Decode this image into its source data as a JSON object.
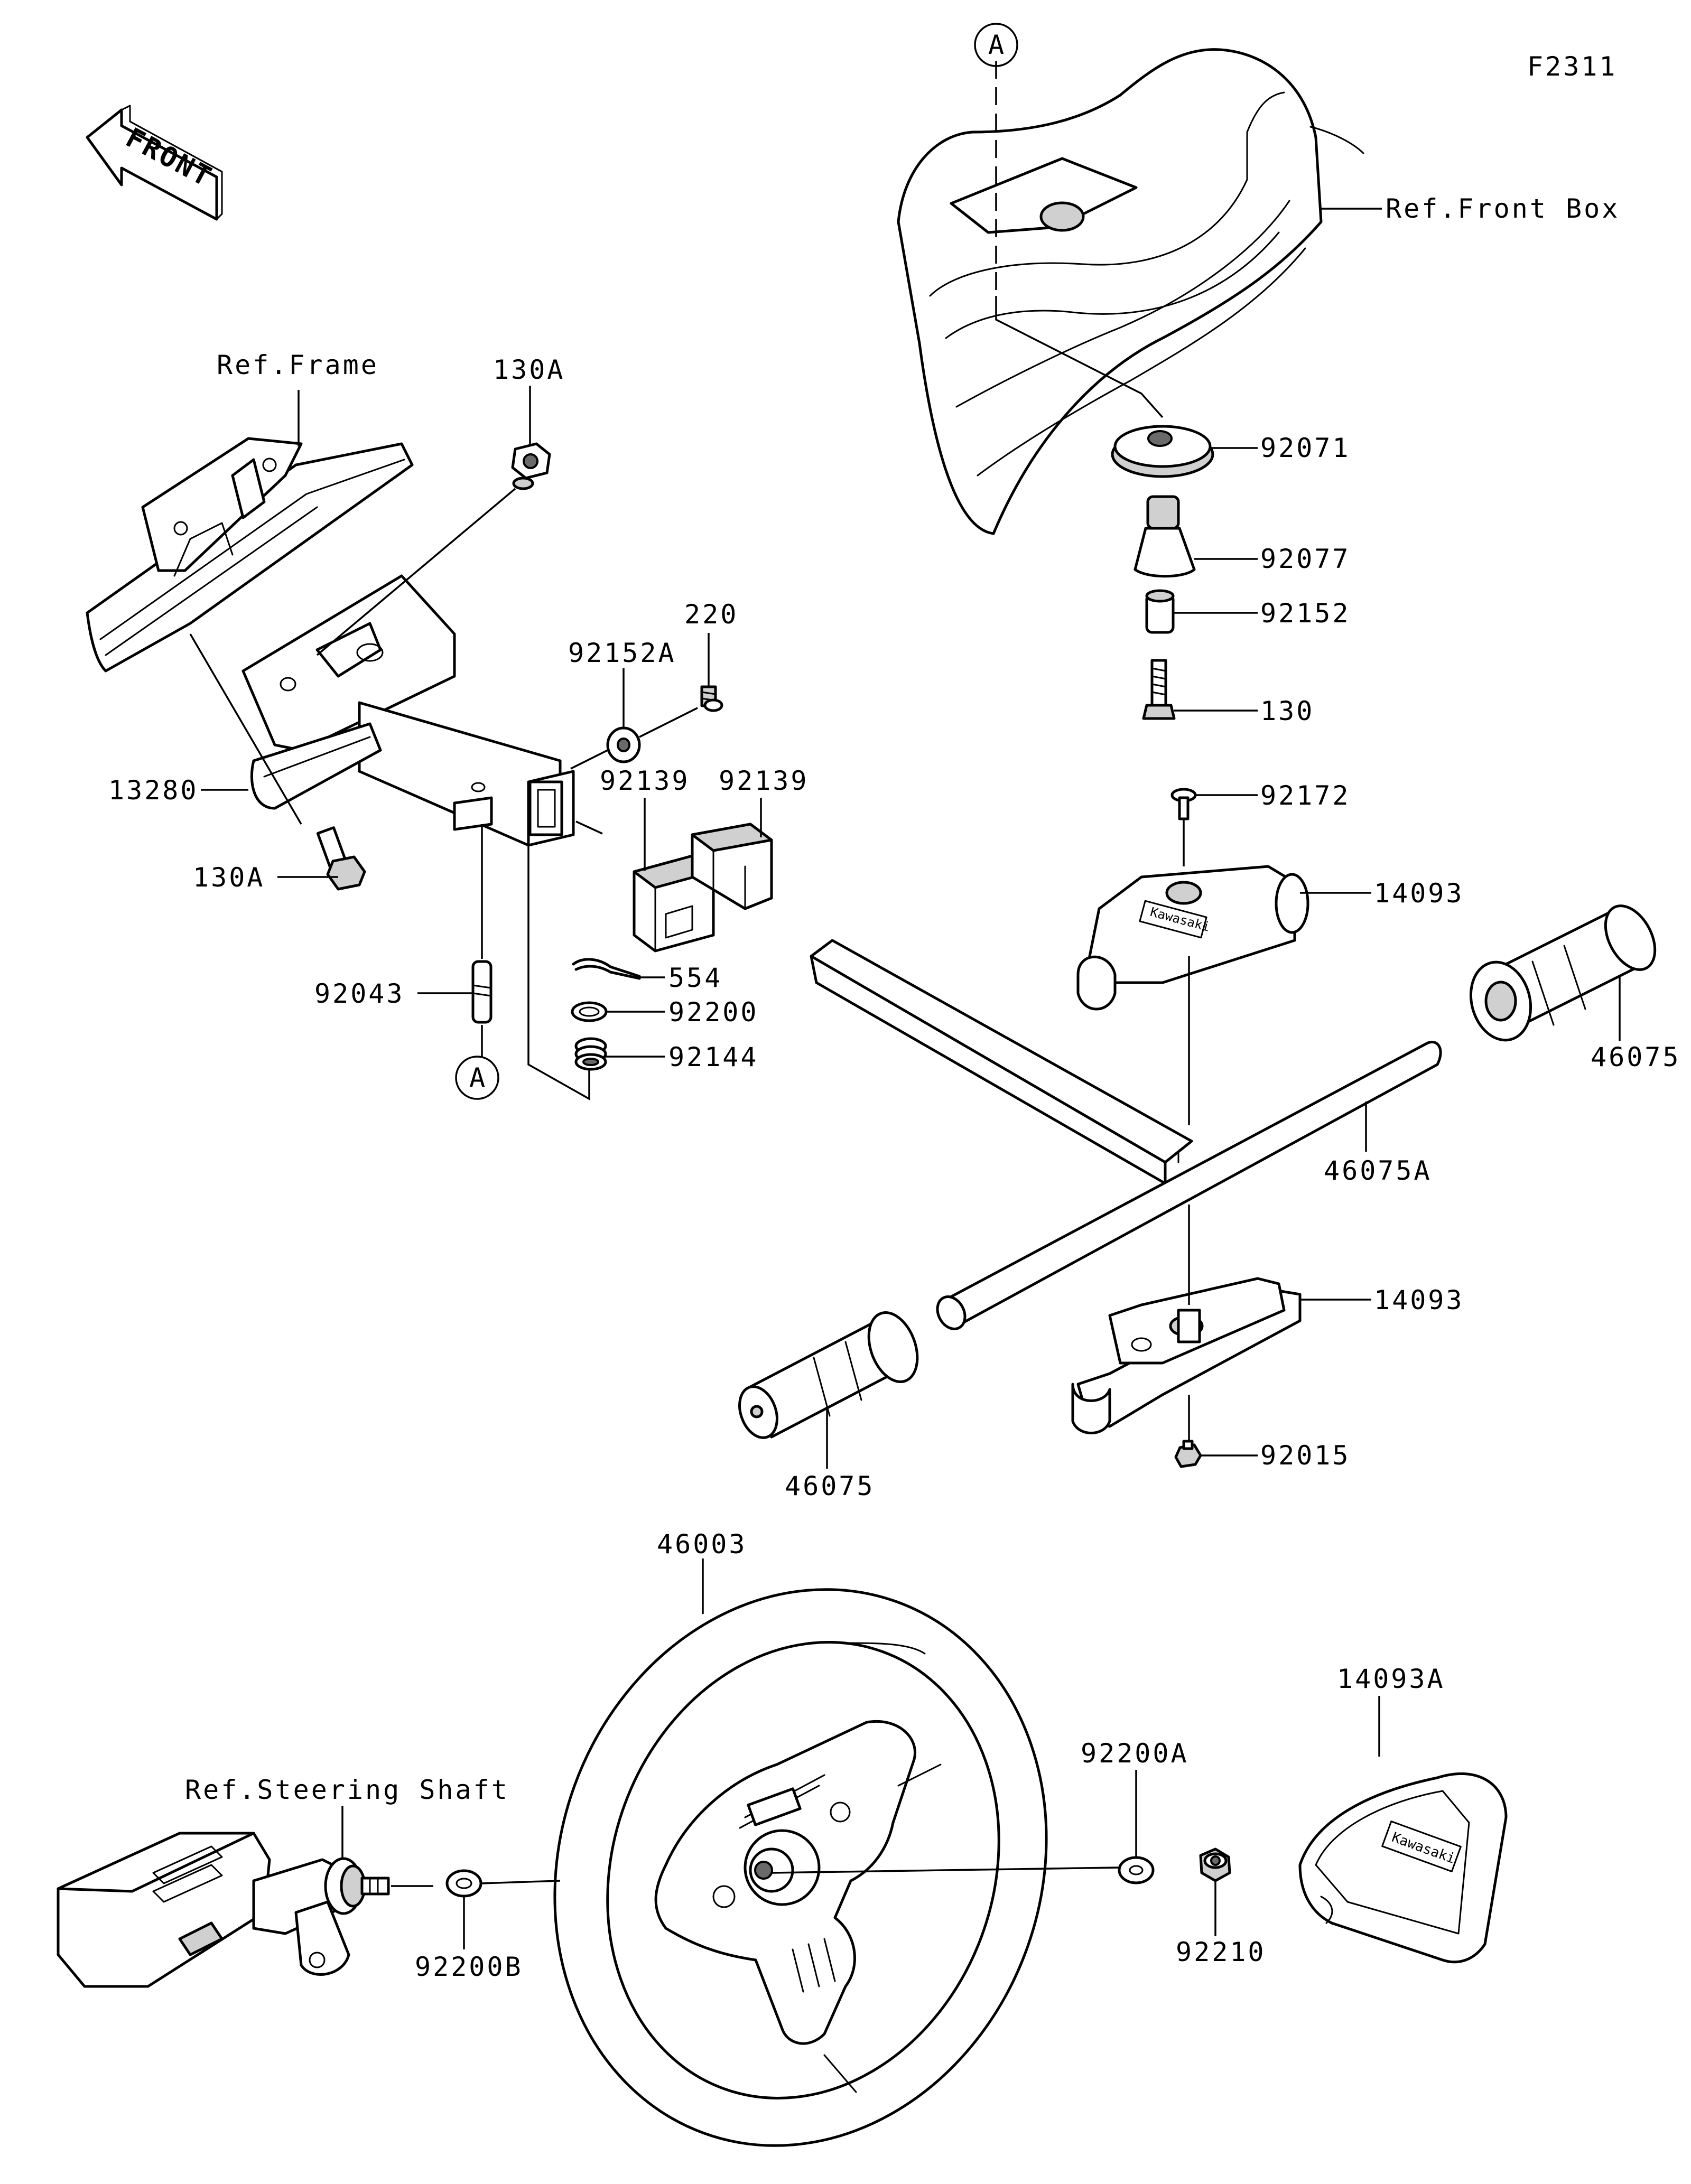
{
  "figure_code": "F2311",
  "front_arrow": "FRONT",
  "refs": {
    "front_box": "Ref.Front Box",
    "frame": "Ref.Frame",
    "steering_shaft": "Ref.Steering Shaft"
  },
  "callout_a": "A",
  "logo_text": "Kawasaki",
  "parts": {
    "p92071": "92071",
    "p92077": "92077",
    "p92152": "92152",
    "p130": "130",
    "p130A_top": "130A",
    "p130A_bottom": "130A",
    "p220": "220",
    "p92152A": "92152A",
    "p92139_left": "92139",
    "p92139_right": "92139",
    "p13280": "13280",
    "p92043": "92043",
    "p554": "554",
    "p92200": "92200",
    "p92144": "92144",
    "p92172": "92172",
    "p14093_top": "14093",
    "p14093_bottom": "14093",
    "p46075_right": "46075",
    "p46075_left": "46075",
    "p46075A": "46075A",
    "p92015": "92015",
    "p46003": "46003",
    "p92200A": "92200A",
    "p14093A": "14093A",
    "p92210": "92210",
    "p92200B": "92200B"
  }
}
